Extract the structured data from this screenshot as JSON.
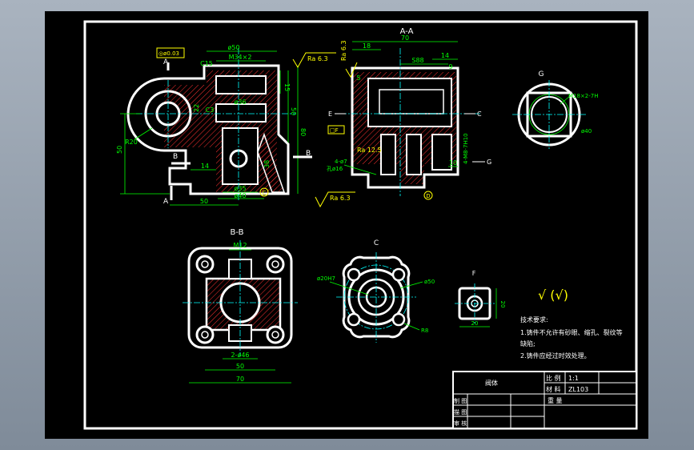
{
  "colors": {
    "background": "#a9b3bf",
    "sheet": "#000000",
    "frame": "#ffffff",
    "outline": "#ffffff",
    "dimension": "#00ff00",
    "centerline": "#00ffff",
    "hatch": "#ff3030",
    "annotation": "#ffff00",
    "datum": "#ffff00"
  },
  "views": {
    "main": {
      "label": ""
    },
    "section_aa": {
      "label": "A-A"
    },
    "section_bb": {
      "label": "B-B"
    },
    "view_c": {
      "label": "C"
    },
    "view_g": {
      "label": "G"
    },
    "view_f": {
      "label": "F"
    }
  },
  "main_view": {
    "dims": {
      "d50_top": "ø50",
      "m34": "M34×2",
      "c15": "C15",
      "d15_side": "15",
      "d50_side": "50",
      "d80_side": "80",
      "d22": "22",
      "c3": "C3",
      "d36": "ø36",
      "ra_top": "Ra 6.3",
      "ra_bottom": "Ra 6.3",
      "r20": "R20",
      "d50_left": "50",
      "d14": "14",
      "d35": "ø35",
      "d40": "ø40",
      "d50_bottom": "50",
      "d38": "38"
    },
    "markers": {
      "a_top": "A",
      "a_bottom": "A",
      "b_left": "B",
      "b_right": "B",
      "c_circle": "C",
      "tol": "◎ø0.03"
    }
  },
  "section_aa": {
    "dims": {
      "d70": "70",
      "d18": "18",
      "s88": "S88",
      "d14": "14",
      "d9": "9",
      "ra_top": "Ra 6.3",
      "d5": "5",
      "ra_mid": "Ra 12.5",
      "holes": "4-ø7",
      "holes2": "孔ø16",
      "d10": "10",
      "thread": "4-M8-7H10",
      "datum_f": "□F"
    },
    "markers": {
      "e": "E",
      "c": "C",
      "g": "G",
      "d": "D"
    }
  },
  "section_bb": {
    "dims": {
      "m12": "M12",
      "d46": "2-ø46",
      "d50": "50",
      "d70": "70"
    }
  },
  "view_c": {
    "dims": {
      "d20": "ø20H7",
      "d50": "ø50",
      "r8": "R8"
    }
  },
  "view_g": {
    "dims": {
      "thread": "M18×2-7H",
      "d40": "ø40"
    }
  },
  "view_f": {
    "dims": {
      "d20_w": "20",
      "d20_h": "20"
    }
  },
  "roughness_symbol": "√ (√)",
  "notes": {
    "title": "技术要求:",
    "line1": "1.铸件不允许有砂眼、缩孔、裂纹等",
    "line1b": "缺陷;",
    "line2": "2.铸件应经过时效处理。"
  },
  "title_block": {
    "part_name": "阀体",
    "scale_label": "比 例",
    "scale_value": "1:1",
    "material_label": "材 料",
    "material_value": "ZL103",
    "weight_label": "重 量",
    "drawn_label": "制 图",
    "checked_label": "描 图",
    "approved_label": "审 核"
  }
}
